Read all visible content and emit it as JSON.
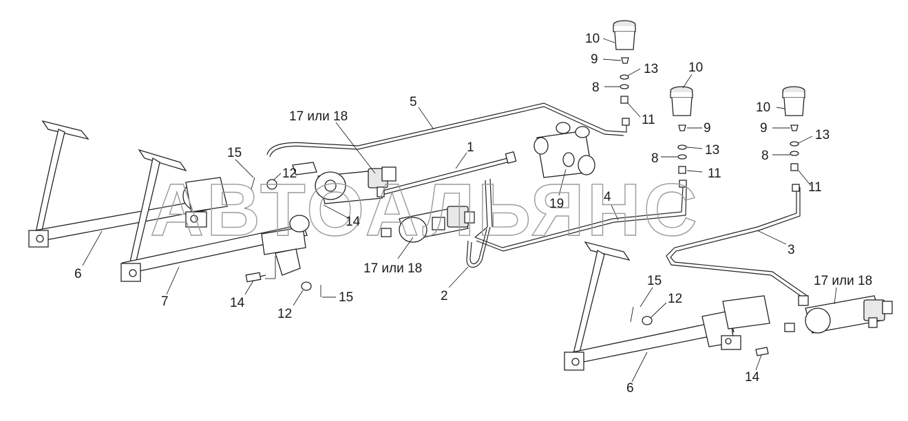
{
  "watermark": "АВТОАЛЬЯНС",
  "callouts": {
    "c1": "1",
    "c2": "2",
    "c3": "3",
    "c4": "4",
    "c5": "5",
    "c6a": "6",
    "c6b": "6",
    "c7": "7",
    "c8a": "8",
    "c8b": "8",
    "c8c": "8",
    "c9a": "9",
    "c9b": "9",
    "c9c": "9",
    "c10a": "10",
    "c10b": "10",
    "c10c": "10",
    "c11a": "11",
    "c11b": "11",
    "c11c": "11",
    "c12a": "12",
    "c12b": "12",
    "c12c": "12",
    "c13a": "13",
    "c13b": "13",
    "c13c": "13",
    "c14a": "14",
    "c14b": "14",
    "c14c": "14",
    "c15a": "15",
    "c15b": "15",
    "c15c": "15",
    "c17a": "17 или 18",
    "c17b": "17 или 18",
    "c17c": "17 или 18",
    "c19": "19"
  }
}
